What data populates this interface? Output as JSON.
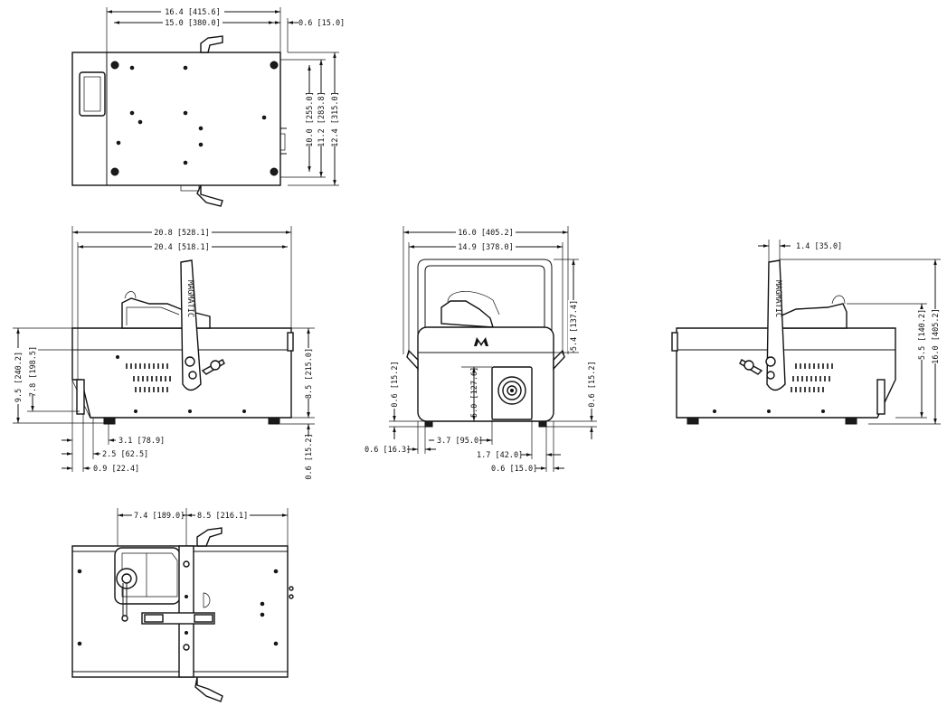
{
  "dimensions": {
    "top_view": {
      "overall_length": "16.4 [415.6]",
      "inner_length": "15.0 [380.0]",
      "offset": "0.6 [15.0]",
      "depth_a": "10.0 [255.0]",
      "depth_b": "11.2 [283.8]",
      "depth_c": "12.4 [315.0]"
    },
    "side_view": {
      "overall_length": "20.8 [528.1]",
      "body_length": "20.4 [518.1]",
      "overall_height": "9.5 [240.2]",
      "outlet_height": "7.8 [198.5]",
      "body_height": "8.5 [215.0]",
      "foot_height": "0.6 [15.2]",
      "d1": "3.1 [78.9]",
      "d2": "2.5 [62.5]",
      "d3": "0.9 [22.4]"
    },
    "front_view": {
      "overall_width": "16.0 [405.2]",
      "inner_width": "14.9 [378.0]",
      "bracket_height": "5.4 [137.4]",
      "left_foot": "0.6 [15.2]",
      "right_foot": "0.6 [15.2]",
      "nozzle_height": "5.0 [127.6]",
      "left_offset": "0.6 [16.3]",
      "nozzle_offset": "3.7 [95.0]",
      "nozzle_width": "1.7 [42.0]",
      "right_offset": "0.6 [15.0]"
    },
    "rear_view": {
      "top_offset": "1.4 [35.0]",
      "tank_height": "5.5 [140.2]",
      "overall_height": "16.0 [405.2]"
    },
    "bottom_view": {
      "left_span": "7.4 [189.0]",
      "right_span": "8.5 [216.1]"
    }
  },
  "brand_text": "MAGMATIC",
  "colors": {
    "line": "#111111",
    "background": "#ffffff"
  }
}
